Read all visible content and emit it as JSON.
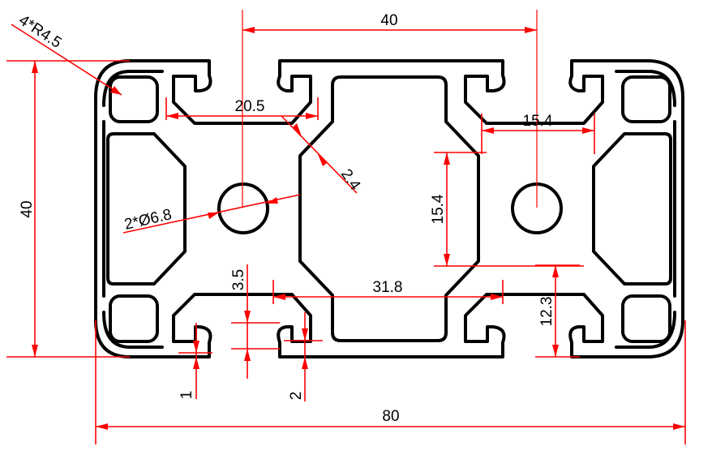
{
  "drawing": {
    "colors": {
      "profile": "#000000",
      "dimension": "#ff0000",
      "background": "#ffffff"
    },
    "dimensions": {
      "corner_radius": "4*R4.5",
      "top_center_distance": "40",
      "slot_opening_width": "20.5",
      "wall_thickness": "2.4",
      "center_pad_width": "15.4",
      "center_pad_height": "15.4",
      "overall_height": "40",
      "hole_diameter": "2*Ø6.8",
      "slot_depth": "3.5",
      "inner_width": "31.8",
      "slot_height": "12.3",
      "lip_thickness": "1",
      "lip_depth": "2",
      "overall_width": "80"
    }
  }
}
